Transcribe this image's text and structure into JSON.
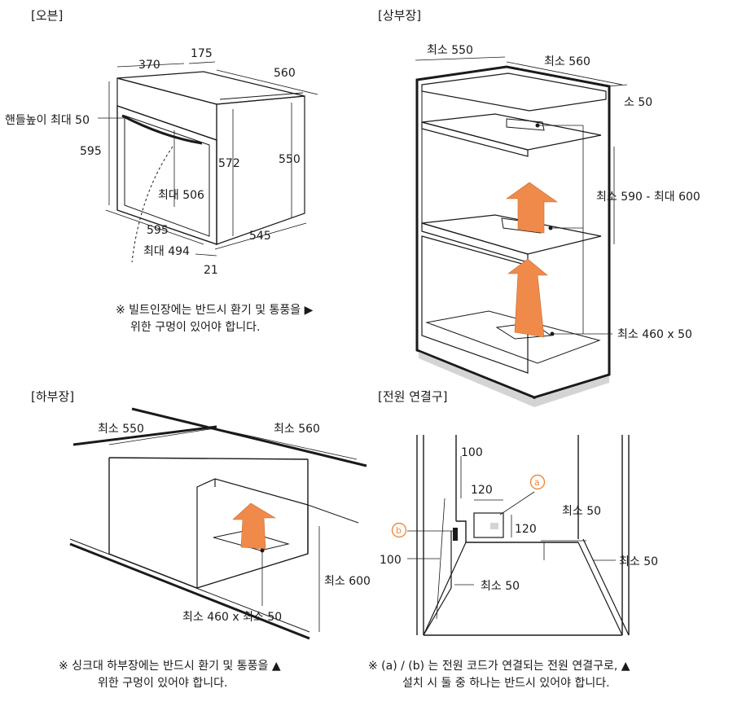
{
  "colors": {
    "accent_orange": "#f08a4b",
    "line": "#1a1a1a",
    "shade": "#d4d4d4"
  },
  "oven": {
    "title": "[오븐]",
    "dims": {
      "w370": "370",
      "w175": "175",
      "d560": "560",
      "handle": "핸들높이 최대 50",
      "h595": "595",
      "h572": "572",
      "h550": "550",
      "in506": "최대 506",
      "w595b": "595",
      "min494": "최대 494",
      "d545": "545",
      "t21": "21"
    },
    "note_l1": "※ 빌트인장에는 반드시 환기 및 통풍을 ▶",
    "note_l2": "위한 구멍이 있어야 합니다."
  },
  "upper": {
    "title": "[상부장]",
    "dims": {
      "w550": "최소 550",
      "d560": "최소 560",
      "s50": "소 50",
      "h590": "최소 590 - 최대 600",
      "vent": "최소 460 x 50"
    }
  },
  "lower": {
    "title": "[하부장]",
    "dims": {
      "w550": "최소 550",
      "d560": "최소 560",
      "h600": "최소 600",
      "vent": "최소 460 x 최소 50"
    },
    "note_l1": "※ 싱크대 하부장에는 반드시 환기 및 통풍을 ▲",
    "note_l2": "위한 구멍이 있어야 합니다."
  },
  "power": {
    "title": "[전원 연결구]",
    "dims": {
      "d100a": "100",
      "d120w": "120",
      "d120h": "120",
      "min50a": "최소 50",
      "d100b": "100",
      "min50b": "최소 50",
      "min50c": "최소 50"
    },
    "mark_a": "a",
    "mark_b": "b",
    "note_l1": "※ (a) / (b) 는 전원 코드가 연결되는 전원 연결구로, ▲",
    "note_l2": "설치 시 둘 중 하나는 반드시 있어야 합니다."
  }
}
